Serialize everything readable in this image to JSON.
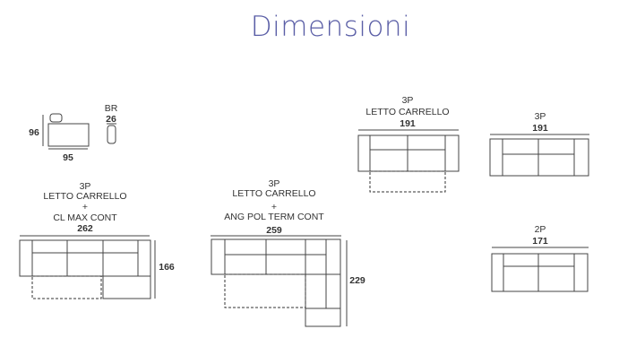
{
  "title": "Dimensioni",
  "module": {
    "depth": "96",
    "width": "95",
    "br_label": "BR",
    "br_width": "26"
  },
  "sofas": [
    {
      "lines": [
        "3P",
        "LETTO CARRELLO",
        "+",
        "CL MAX CONT"
      ],
      "width": "262",
      "depth": "166"
    },
    {
      "lines": [
        "3P",
        "LETTO CARRELLO",
        "+",
        "ANG POL TERM CONT"
      ],
      "width": "259",
      "depth": "229"
    },
    {
      "lines": [
        "3P",
        "LETTO CARRELLO"
      ],
      "width": "191"
    },
    {
      "lines": [
        "3P"
      ],
      "width": "191"
    },
    {
      "lines": [
        "2P"
      ],
      "width": "171"
    }
  ]
}
